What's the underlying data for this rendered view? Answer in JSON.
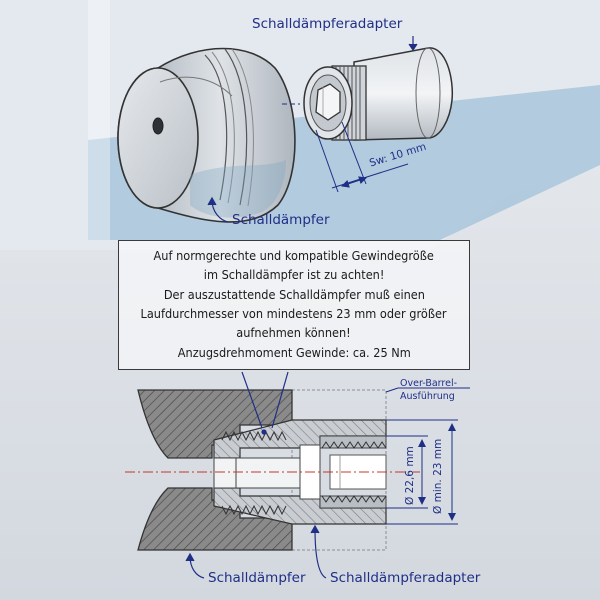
{
  "labels": {
    "adapter_top": "Schalldämpferadapter",
    "damper_top": "Schalldämpfer",
    "wrench_size": "Sw: 10 mm",
    "over_barrel_line1": "Over-Barrel-",
    "over_barrel_line2": "Ausführung",
    "dia_inner": "Ø 22,6 mm",
    "dia_outer": "Ø min. 23 mm",
    "damper_bottom": "Schalldämpfer",
    "adapter_bottom": "Schalldämpferadapter"
  },
  "note": {
    "lines": [
      "Auf normgerechte und kompatible Gewindegröße",
      "im Schalldämpfer ist zu achten!",
      "Der auszustattende Schalldämpfer muß einen",
      "Laufdurchmesser von mindestens 23 mm oder größer",
      "aufnehmen können!",
      "Anzugsdrehmoment Gewinde: ca. 25 Nm"
    ]
  },
  "colors": {
    "label_blue": "#1f2f86",
    "band_blue": "#a9c6dc",
    "hatch_gray": "#6e6e6e",
    "axis_red": "#c0392b"
  }
}
